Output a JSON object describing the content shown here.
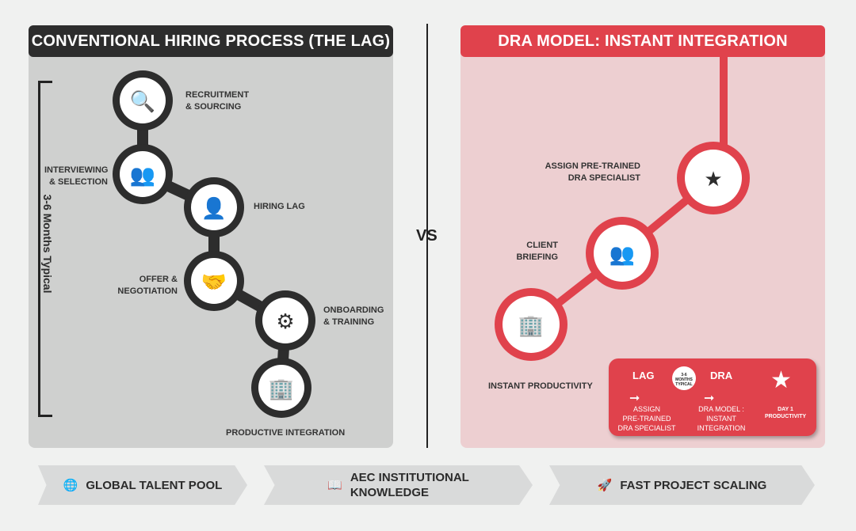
{
  "left": {
    "title": "CONVENTIONAL HIRING PROCESS (THE LAG)",
    "duration": "3-6 Months Typical",
    "steps": [
      {
        "label1": "RECRUITMENT",
        "label2": "& SOURCING",
        "icon": "search-user-icon"
      },
      {
        "label1": "INTERVIEWING",
        "label2": "& SELECTION",
        "icon": "interview-icon"
      },
      {
        "label1": "HIRING LAG",
        "label2": "",
        "icon": "user-clock-icon"
      },
      {
        "label1": "OFFER &",
        "label2": "NEGOTIATION",
        "icon": "handshake-icon"
      },
      {
        "label1": "ONBOARDING",
        "label2": "& TRAINING",
        "icon": "team-gear-icon"
      },
      {
        "label1": "PRODUCTIVE INTEGRATION",
        "label2": "",
        "icon": "worker-buildings-icon"
      }
    ]
  },
  "vs": "VS",
  "right": {
    "title": "DRA MODEL: INSTANT INTEGRATION",
    "steps": [
      {
        "label1": "ASSIGN PRE-TRAINED",
        "label2": "DRA SPECIALIST",
        "icon": "specialist-star-icon"
      },
      {
        "label1": "CLIENT",
        "label2": "BRIEFING",
        "icon": "meeting-icon"
      },
      {
        "label1": "INSTANT PRODUCTIVITY",
        "label2": "",
        "icon": "worker-buildings-icon"
      }
    ],
    "summary": {
      "lag": "LAG",
      "badge1": "3-6",
      "badge2": "MONTHS",
      "badge3": "TYPICAL",
      "dra": "DRA",
      "lag_desc": [
        "ASSIGN",
        "PRE-TRAINED",
        "DRA SPECIALIST"
      ],
      "dra_desc": [
        "DRA MODEL :",
        "INSTANT",
        "INTEGRATION"
      ],
      "result1": "DAY 1",
      "result2": "PRODUCTIVITY"
    }
  },
  "banners": [
    {
      "label": "GLOBAL TALENT POOL",
      "icon": "globe-icon"
    },
    {
      "label1": "AEC INSTITUTIONAL",
      "label2": "KNOWLEDGE",
      "icon": "book-gear-icon"
    },
    {
      "label": "FAST PROJECT SCALING",
      "icon": "rocket-icon"
    }
  ],
  "colors": {
    "red": "#e0424c",
    "dark": "#2d2d2d"
  }
}
